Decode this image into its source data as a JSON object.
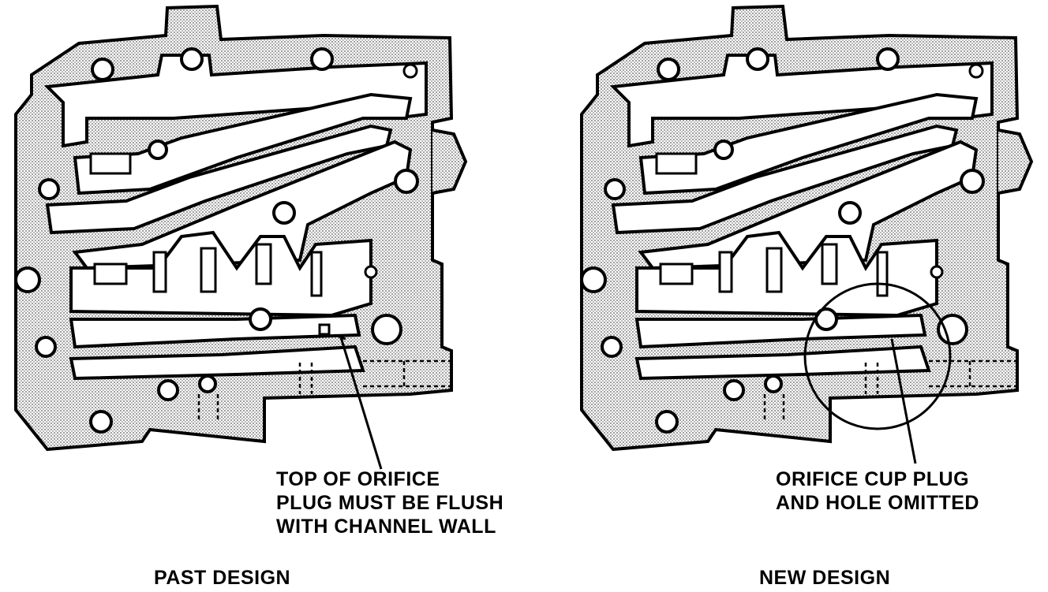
{
  "panels": [
    {
      "id": "past",
      "caption": "PAST DESIGN",
      "callout_lines": [
        "TOP OF ORIFICE",
        "PLUG MUST BE FLUSH",
        "WITH CHANNEL WALL"
      ]
    },
    {
      "id": "new",
      "caption": "NEW DESIGN",
      "callout_lines": [
        "ORIFICE CUP PLUG",
        "AND HOLE OMITTED"
      ]
    }
  ],
  "colors": {
    "ink": "#000000",
    "stipple": "#8a8a8a",
    "paper": "#ffffff"
  }
}
